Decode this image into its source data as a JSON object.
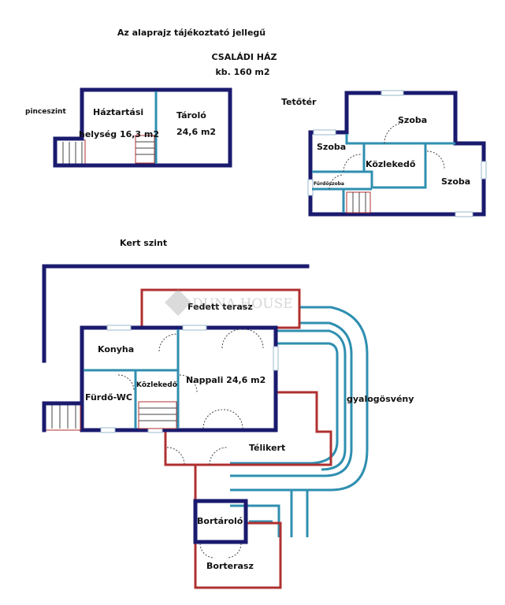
{
  "header": {
    "note": "Az alaprajz tájékoztató jellegű",
    "title": "CSALÁDI HÁZ",
    "area": "kb. 160 m2"
  },
  "basement": {
    "level_label": "pinceszint",
    "room1_line1": "Háztartási",
    "room1_line2": "helység 16,3 m2",
    "room2_line1": "Tároló",
    "room2_line2": "24,6 m2"
  },
  "attic": {
    "level_label": "Tetőtér",
    "room_szoba_top": "Szoba",
    "room_szoba_left": "Szoba",
    "room_kozlekedo": "Közlekedő",
    "room_szoba_right": "Szoba",
    "room_furdoszoba": "Fürdőszoba"
  },
  "garden": {
    "level_label": "Kert szint",
    "fedett_terasz": "Fedett terasz",
    "konyha": "Konyha",
    "furdo_wc": "Fürdő-WC",
    "kozlekedo": "Közlekedő",
    "nappali": "Nappali 24,6 m2",
    "gyalogosveny": "gyalogösvény",
    "telikert": "Télikert",
    "bortarolo": "Bortároló",
    "borterasz": "Borterasz"
  },
  "watermark": {
    "brand": "DUNA HOUSE"
  },
  "colors": {
    "wall": "#1a1a6e",
    "inner_wall": "#2f8fb0",
    "terrace": "#b03030",
    "path": "#2f8fb0"
  }
}
